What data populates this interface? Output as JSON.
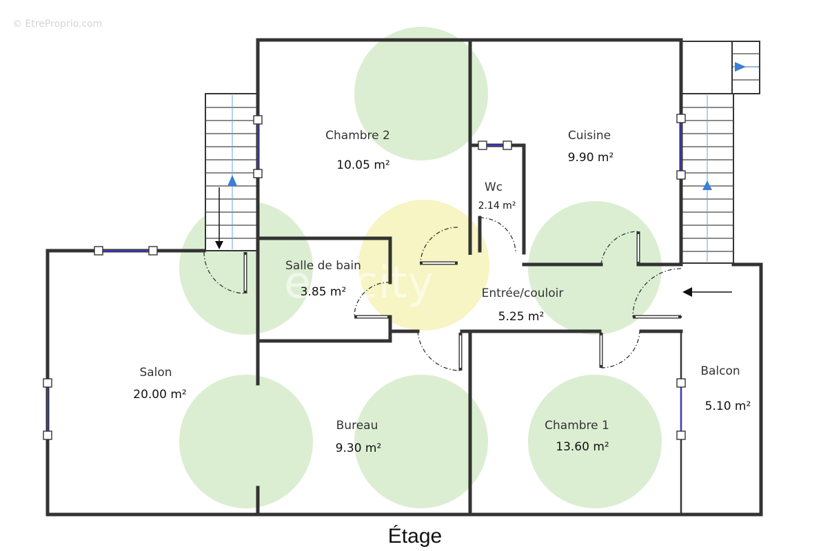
{
  "watermark": "© EtreProprio.com",
  "logo_text": "efficity",
  "floor_title": "Étage",
  "rooms": {
    "chambre2": {
      "name": "Chambre 2",
      "area": "10.05 m²"
    },
    "cuisine": {
      "name": "Cuisine",
      "area": "9.90 m²"
    },
    "wc": {
      "name": "Wc",
      "area": "2.14 m²"
    },
    "salle_de_bain": {
      "name": "Salle de bain",
      "area": "3.85 m²"
    },
    "entree": {
      "name": "Entrée/couloir",
      "area": "5.25 m²"
    },
    "salon": {
      "name": "Salon",
      "area": "20.00 m²"
    },
    "bureau": {
      "name": "Bureau",
      "area": "9.30 m²"
    },
    "chambre1": {
      "name": "Chambre 1",
      "area": "13.60 m²"
    },
    "balcon": {
      "name": "Balcon",
      "area": "5.10 m²"
    }
  },
  "colors": {
    "wall": "#333333",
    "zone_green": "#cfe8c3",
    "zone_yellow": "#f4f3b4",
    "window_glass": "#3a3ad0",
    "stair_arrow": "#3a7fd8"
  }
}
